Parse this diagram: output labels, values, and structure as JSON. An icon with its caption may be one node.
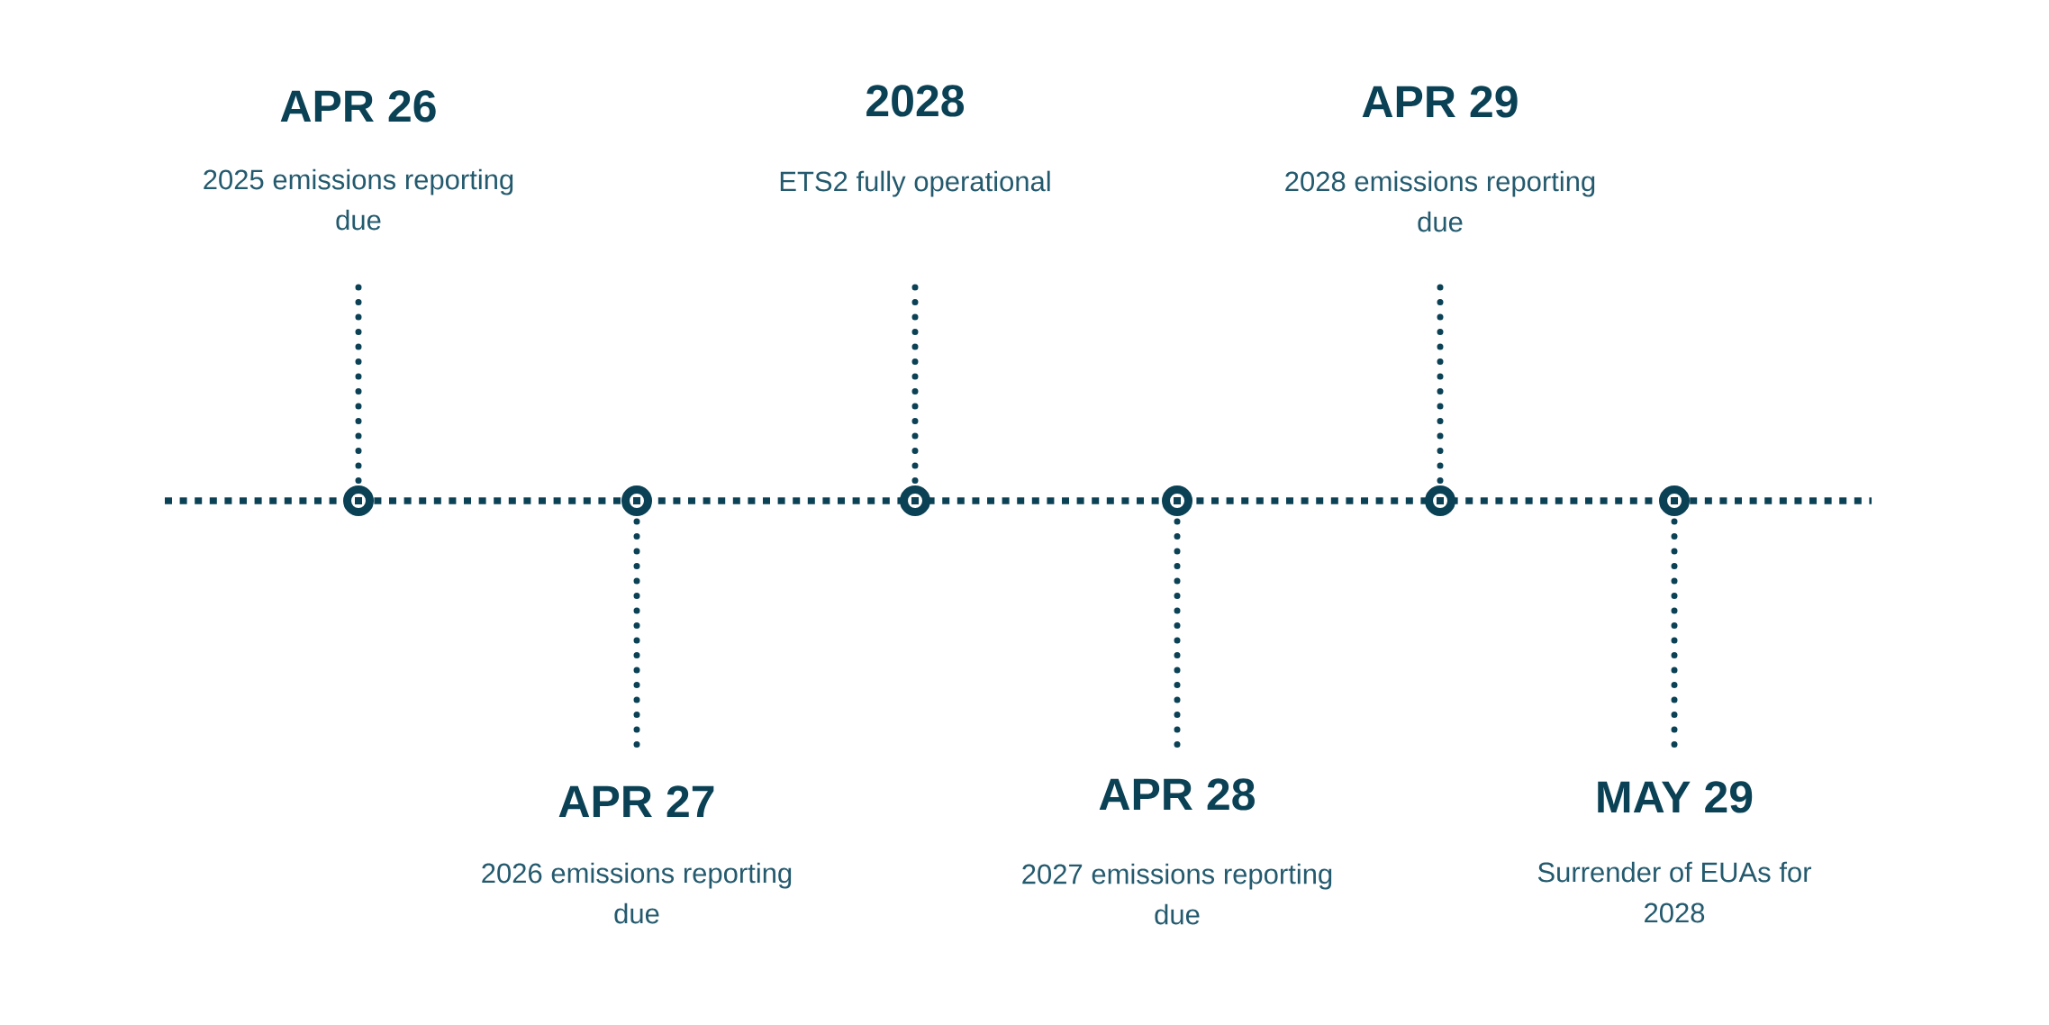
{
  "diagram": {
    "nodes": [
      {
        "text": [
          "APR 26",
          "2025 emissions reporting due"
        ]
      },
      {
        "text": [
          "APR 27",
          "2026 emissions reporting due"
        ]
      },
      {
        "text": [
          "2028",
          "ETS2 fully operational"
        ]
      },
      {
        "text": [
          "APR 28",
          "2027 emissions reporting due"
        ]
      },
      {
        "text": [
          "APR 29",
          "2028 emissions reporting due"
        ]
      },
      {
        "text": [
          "MAY 29",
          "Surrender of EUAs for 2028"
        ]
      },
      {
        "text": [],
        "shape": "circle"
      },
      {
        "text": [],
        "shape": "circle"
      },
      {
        "text": [],
        "shape": "circle"
      },
      {
        "text": [],
        "shape": "circle"
      },
      {
        "text": [],
        "shape": "circle"
      },
      {
        "text": [],
        "shape": "circle"
      }
    ],
    "edges": [
      {
        "from": 0,
        "to": 6,
        "arrow": "none"
      },
      {
        "from": 1,
        "to": 7,
        "arrow": "none"
      },
      {
        "from": 2,
        "to": 8,
        "arrow": "none"
      },
      {
        "from": 3,
        "to": 9,
        "arrow": "none"
      },
      {
        "from": 4,
        "to": 10,
        "arrow": "none"
      },
      {
        "from": 5,
        "to": 11,
        "arrow": "none"
      }
    ]
  }
}
